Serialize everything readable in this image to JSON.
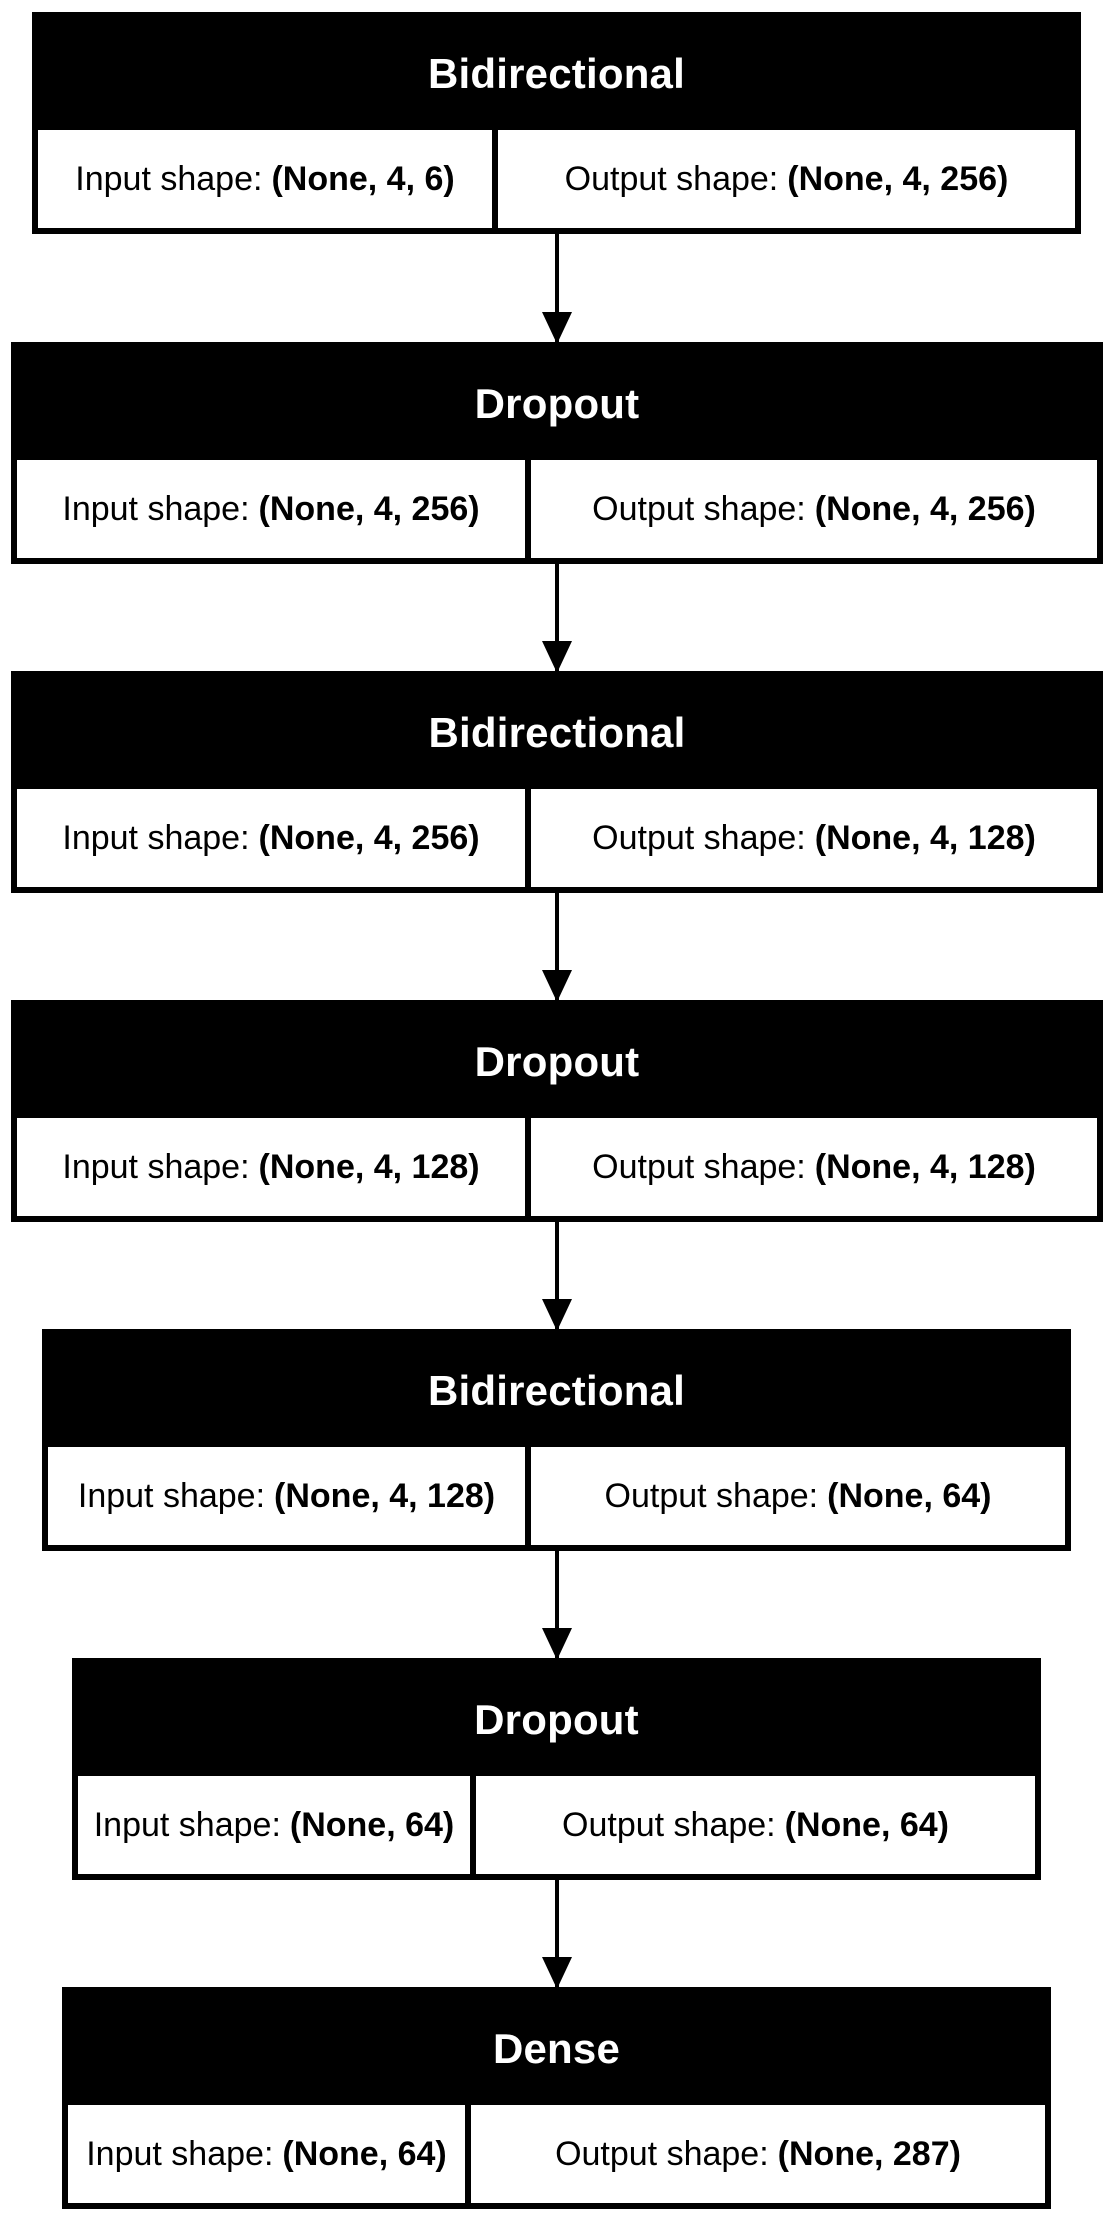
{
  "layers": [
    {
      "name": "Bidirectional",
      "input_label": "Input shape:",
      "input_shape": "(None, 4, 6)",
      "output_label": "Output shape:",
      "output_shape": "(None, 4, 256)"
    },
    {
      "name": "Dropout",
      "input_label": "Input shape:",
      "input_shape": "(None, 4, 256)",
      "output_label": "Output shape:",
      "output_shape": "(None, 4, 256)"
    },
    {
      "name": "Bidirectional",
      "input_label": "Input shape:",
      "input_shape": "(None, 4, 256)",
      "output_label": "Output shape:",
      "output_shape": "(None, 4, 128)"
    },
    {
      "name": "Dropout",
      "input_label": "Input shape:",
      "input_shape": "(None, 4, 128)",
      "output_label": "Output shape:",
      "output_shape": "(None, 4, 128)"
    },
    {
      "name": "Bidirectional",
      "input_label": "Input shape:",
      "input_shape": "(None, 4, 128)",
      "output_label": "Output shape:",
      "output_shape": "(None, 64)"
    },
    {
      "name": "Dropout",
      "input_label": "Input shape:",
      "input_shape": "(None, 64)",
      "output_label": "Output shape:",
      "output_shape": "(None, 64)"
    },
    {
      "name": "Dense",
      "input_label": "Input shape:",
      "input_shape": "(None, 64)",
      "output_label": "Output shape:",
      "output_shape": "(None, 287)"
    }
  ],
  "colors": {
    "header": "#000000",
    "cell": "#ffffff",
    "text": "#000000"
  }
}
